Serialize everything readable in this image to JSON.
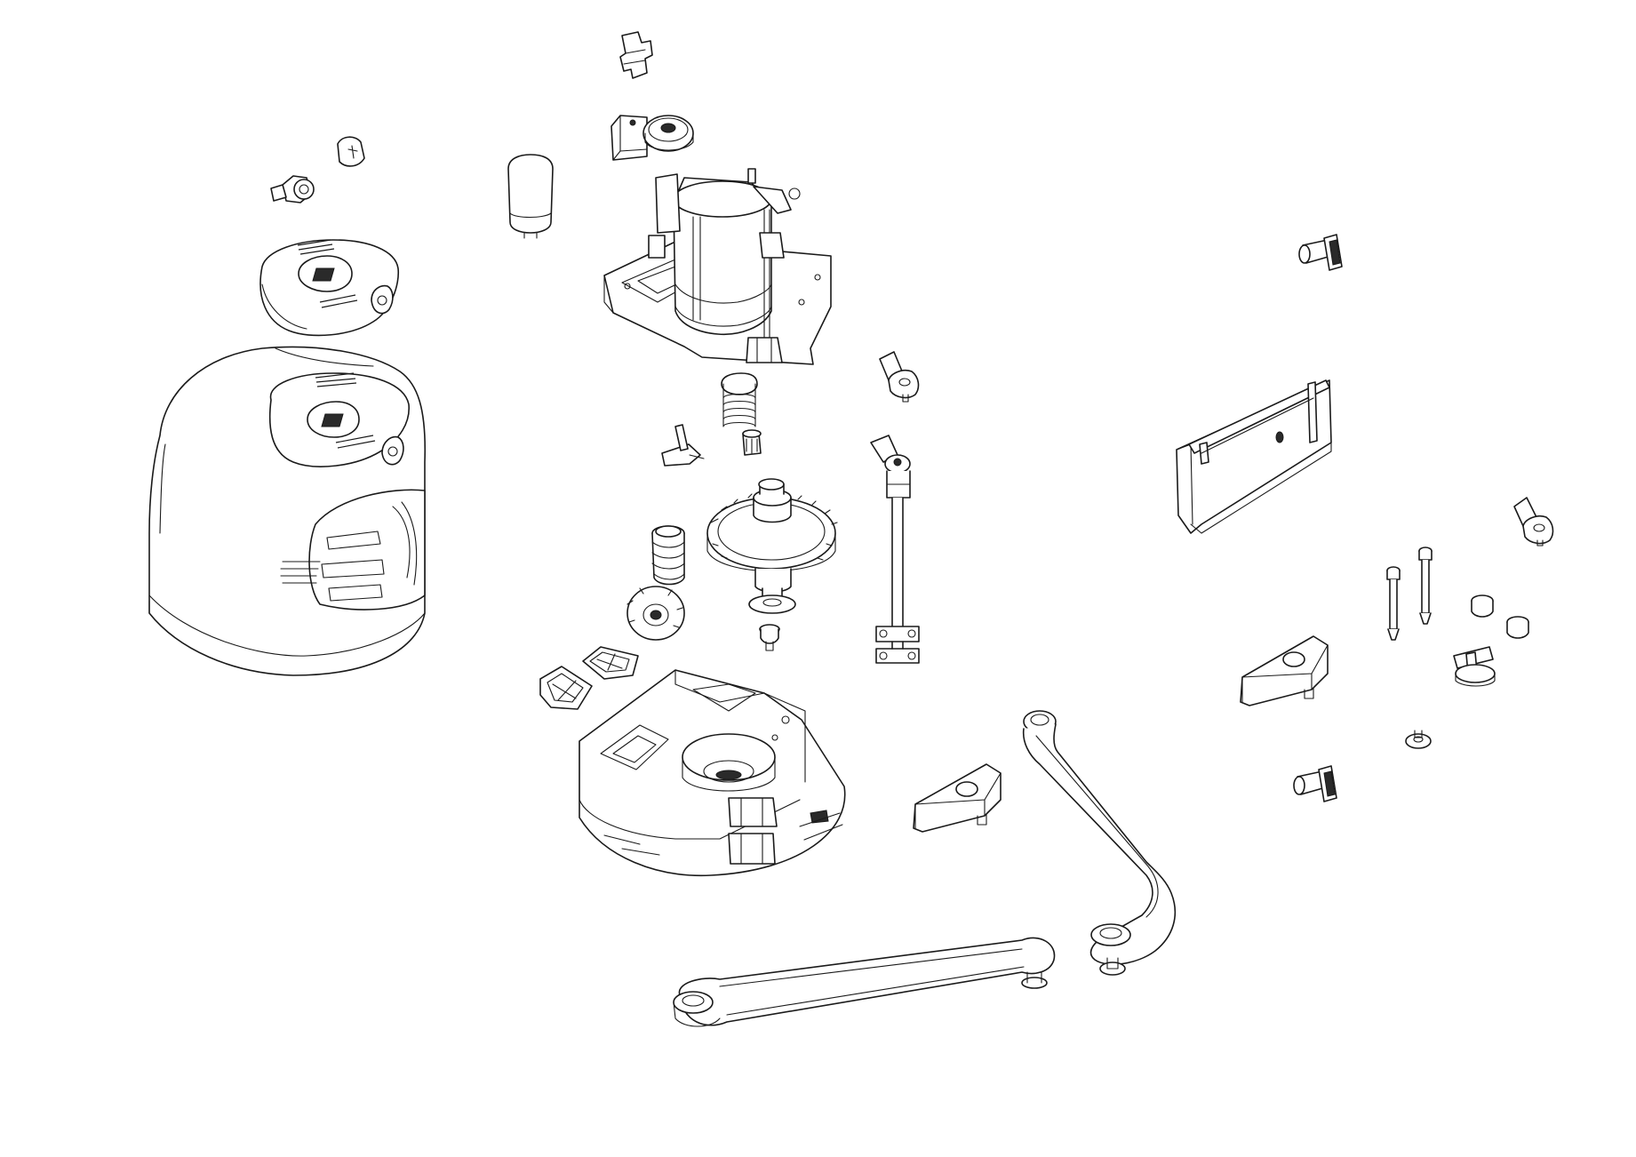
{
  "colors": {
    "background": "#ffffff",
    "line": "#1a1a1a",
    "fill": "#ffffff"
  },
  "parts": [
    {
      "name": "motor-housing-cover",
      "icon": "housing-cover-icon"
    },
    {
      "name": "top-lid-cap",
      "icon": "lid-cap-icon"
    },
    {
      "name": "lock-cylinder",
      "icon": "lock-cylinder-icon"
    },
    {
      "name": "release-knob",
      "icon": "knob-icon"
    },
    {
      "name": "capacitor",
      "icon": "capacitor-icon"
    },
    {
      "name": "connector-plug",
      "icon": "connector-icon"
    },
    {
      "name": "terminal-block",
      "icon": "terminal-block-icon"
    },
    {
      "name": "bearing-ring",
      "icon": "bearing-icon"
    },
    {
      "name": "electric-motor-on-bracket",
      "icon": "motor-icon"
    },
    {
      "name": "compression-spring",
      "icon": "spring-icon"
    },
    {
      "name": "small-pinion",
      "icon": "pinion-icon"
    },
    {
      "name": "micro-switch-lever",
      "icon": "lever-icon"
    },
    {
      "name": "worm-gear-shaft",
      "icon": "worm-shaft-icon"
    },
    {
      "name": "main-spur-gear",
      "icon": "gear-icon"
    },
    {
      "name": "gear-screw",
      "icon": "screw-icon"
    },
    {
      "name": "limit-rod-assembly",
      "icon": "rod-icon"
    },
    {
      "name": "wing-cam-upper",
      "icon": "wing-cam-icon"
    },
    {
      "name": "cam-plates",
      "icon": "cam-plate-icon"
    },
    {
      "name": "base-frame",
      "icon": "base-frame-icon"
    },
    {
      "name": "arm-clamp-block",
      "icon": "clamp-block-icon"
    },
    {
      "name": "curved-arm",
      "icon": "curved-arm-icon"
    },
    {
      "name": "straight-arm",
      "icon": "straight-arm-icon"
    },
    {
      "name": "wall-mounting-plate",
      "icon": "mounting-plate-icon"
    },
    {
      "name": "anchor-bolt-upper",
      "icon": "bolt-icon"
    },
    {
      "name": "anchor-bolt-lower",
      "icon": "bolt-icon"
    },
    {
      "name": "wing-cam-right",
      "icon": "wing-cam-icon"
    },
    {
      "name": "long-screws",
      "icon": "screw-icon"
    },
    {
      "name": "nuts",
      "icon": "nut-icon"
    },
    {
      "name": "stop-block",
      "icon": "stop-block-icon"
    },
    {
      "name": "washer-pin",
      "icon": "washer-icon"
    },
    {
      "name": "t-bracket",
      "icon": "t-bracket-icon"
    }
  ]
}
